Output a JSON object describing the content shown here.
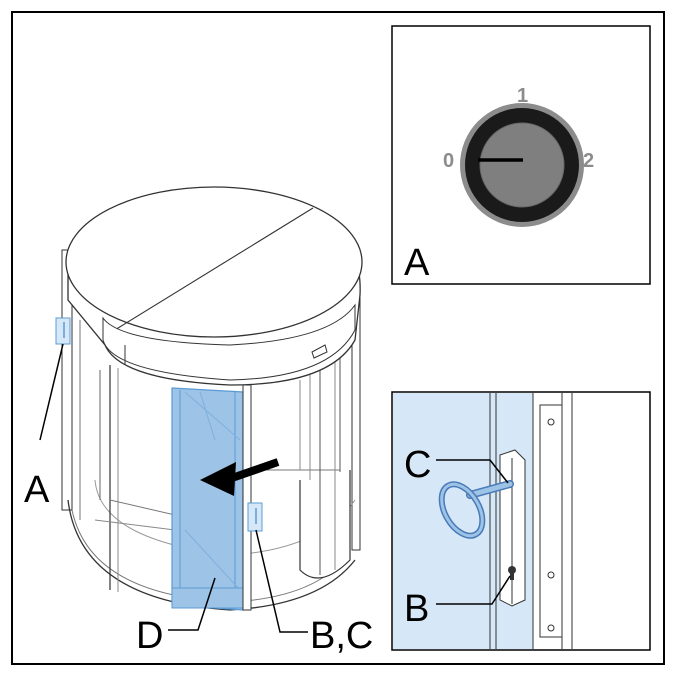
{
  "callouts": {
    "main_left": "A",
    "main_bottom_left": "D",
    "main_bottom_right": "B,C"
  },
  "inset_switch": {
    "positions": [
      "0",
      "1",
      "2"
    ],
    "label": "A",
    "selected_position": "0"
  },
  "inset_lock": {
    "upper_label": "C",
    "lower_label": "B"
  },
  "colors": {
    "highlight_blue": "#9dc3e6",
    "highlight_blue_light": "#d6e8f7",
    "highlight_blue_stroke": "#5b9bd5",
    "frame": "#000000",
    "dial_ring_outer": "#8c8c8c",
    "dial_ring_dark": "#1a1a1a",
    "dial_face": "#7f7f7f"
  },
  "icons": {
    "rotation_arrow": "curved-arrow-left-icon",
    "key_switch": "key-switch-icon",
    "key": "key-icon"
  }
}
